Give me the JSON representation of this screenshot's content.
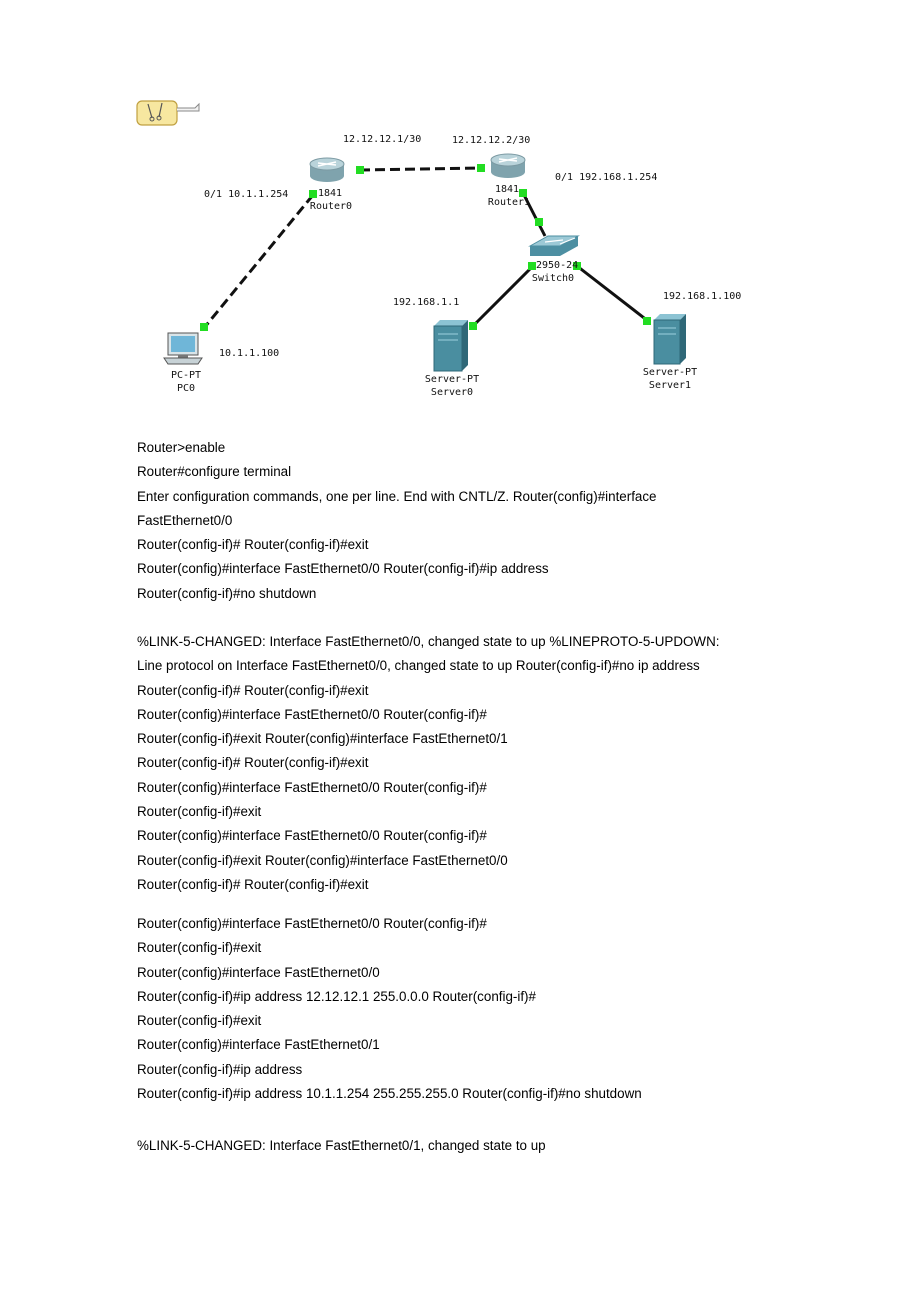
{
  "diagram": {
    "labels": {
      "link_r0_ip": "12.12.12.1/30",
      "link_r1_ip": "12.12.12.2/30",
      "r0_port": "0/1 10.1.1.254",
      "r1_port": "0/1 192.168.1.254",
      "router0_model": "1841",
      "router0_name": "Router0",
      "router1_model": "1841",
      "router1_name": "Router1",
      "switch_model": "2950-24",
      "switch_name": "Switch0",
      "pc_ip": "10.1.1.100",
      "pc_type": "PC-PT",
      "pc_name": "PC0",
      "server0_ip": "192.168.1.1",
      "server0_type": "Server-PT",
      "server0_name": "Server0",
      "server1_ip": "192.168.1.100",
      "server1_type": "Server-PT",
      "server1_name": "Server1"
    },
    "colors": {
      "link_indicator": "#22dd22",
      "router": "#a9c6cf",
      "switch": "#5f9fb0",
      "server": "#4a8ea0"
    }
  },
  "block1": [
    "Router>enable",
    "Router#configure terminal",
    "Enter configuration commands, one per line. End with CNTL/Z. Router(config)#interface",
    "FastEthernet0/0",
    "Router(config-if)# Router(config-if)#exit",
    "Router(config)#interface FastEthernet0/0 Router(config-if)#ip address",
    "Router(config-if)#no shutdown"
  ],
  "block2": [
    "%LINK-5-CHANGED: Interface FastEthernet0/0, changed state to up %LINEPROTO-5-UPDOWN:",
    "Line protocol on Interface FastEthernet0/0, changed state to up Router(config-if)#no ip address",
    "Router(config-if)# Router(config-if)#exit",
    "Router(config)#interface FastEthernet0/0 Router(config-if)#",
    "Router(config-if)#exit Router(config)#interface FastEthernet0/1",
    "Router(config-if)# Router(config-if)#exit",
    "Router(config)#interface FastEthernet0/0 Router(config-if)#",
    "Router(config-if)#exit",
    "Router(config)#interface FastEthernet0/0 Router(config-if)#",
    "Router(config-if)#exit Router(config)#interface FastEthernet0/0",
    "Router(config-if)# Router(config-if)#exit"
  ],
  "block3": [
    "Router(config)#interface FastEthernet0/0 Router(config-if)#",
    "Router(config-if)#exit",
    "Router(config)#interface FastEthernet0/0",
    "Router(config-if)#ip address 12.12.12.1 255.0.0.0 Router(config-if)#",
    "Router(config-if)#exit",
    "Router(config)#interface FastEthernet0/1",
    "Router(config-if)#ip address",
    "Router(config-if)#ip address 10.1.1.254 255.255.255.0 Router(config-if)#no shutdown"
  ],
  "block4": [
    "%LINK-5-CHANGED: Interface FastEthernet0/1, changed state to up"
  ]
}
